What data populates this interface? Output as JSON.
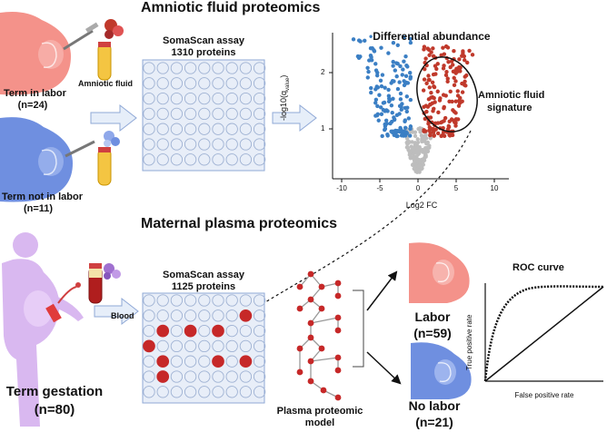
{
  "titles": {
    "amniotic": "Amniotic fluid proteomics",
    "plasma": "Maternal plasma proteomics"
  },
  "groups": {
    "term_labor": {
      "label": "Term in labor",
      "n": "(n=24)"
    },
    "term_not_labor": {
      "label": "Term not in labor",
      "n": "(n=11)"
    },
    "term_gestation": {
      "label": "Term gestation",
      "n": "(n=80)"
    },
    "labor": {
      "label": "Labor",
      "n": "(n=59)"
    },
    "no_labor": {
      "label": "No labor",
      "n": "(n=21)"
    }
  },
  "samples": {
    "amniotic_fluid": "Amniotic fluid",
    "blood": "Blood"
  },
  "assays": {
    "amniotic": {
      "name": "SomaScan assay",
      "count": "1310 proteins"
    },
    "plasma": {
      "name": "SomaScan assay",
      "count": "1125 proteins"
    }
  },
  "volcano": {
    "title": "Differential abundance",
    "annotation_line1": "Amniotic fluid",
    "annotation_line2": "signature",
    "xlabel": "Log2 FC",
    "ylabel": "-log10(q",
    "ylabel_sub": "value",
    "ylabel_end": ")",
    "x_ticks": [
      "-10",
      "-5",
      "0",
      "5",
      "10"
    ],
    "y_ticks": [
      "1",
      "2"
    ],
    "colors": {
      "down": "#3b7fc4",
      "up": "#c0392b",
      "ns": "#bdbdbd"
    }
  },
  "model": {
    "line1": "Plasma proteomic",
    "line2": "model"
  },
  "roc": {
    "title": "ROC curve",
    "xlabel": "False positive rate",
    "ylabel": "True positive rate"
  },
  "colors": {
    "labor_pink": "#f4928a",
    "not_labor_blue": "#6f8fe0",
    "gestation_purple": "#d9b8f0",
    "dot_red": "#c62828",
    "grid_fill": "#e8eef8",
    "arrow_fill": "#e6eef9"
  }
}
